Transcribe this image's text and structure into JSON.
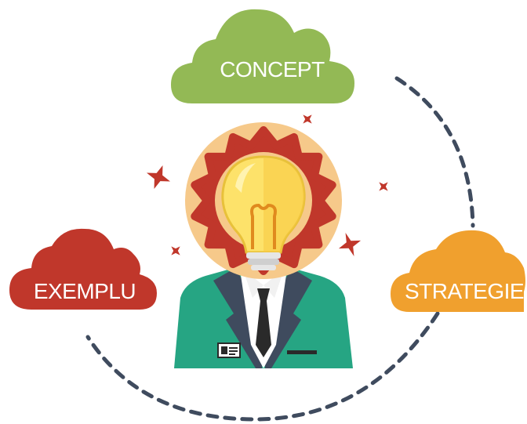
{
  "clouds": {
    "concept": {
      "label": "CONCEPT",
      "color": "#93b955"
    },
    "exemplu": {
      "label": "EXEMPLU",
      "color": "#c0372b"
    },
    "strategie": {
      "label": "STRATEGIE",
      "color": "#f0a02e"
    }
  },
  "colors": {
    "dashed_path": "#3f4b5e",
    "sparkle": "#c0372b",
    "halo_outer": "#f6c98a",
    "halo_sun": "#c0372b",
    "bulb_glass": "#fde26a",
    "bulb_base": "#e6e6e6",
    "suit": "#26a583",
    "lapel": "#3f4b5e",
    "shirt": "#ffffff",
    "tie": "#2a2a2a"
  },
  "icons": [
    "lightbulb-head-icon",
    "sparkle-icon",
    "id-badge-icon"
  ]
}
